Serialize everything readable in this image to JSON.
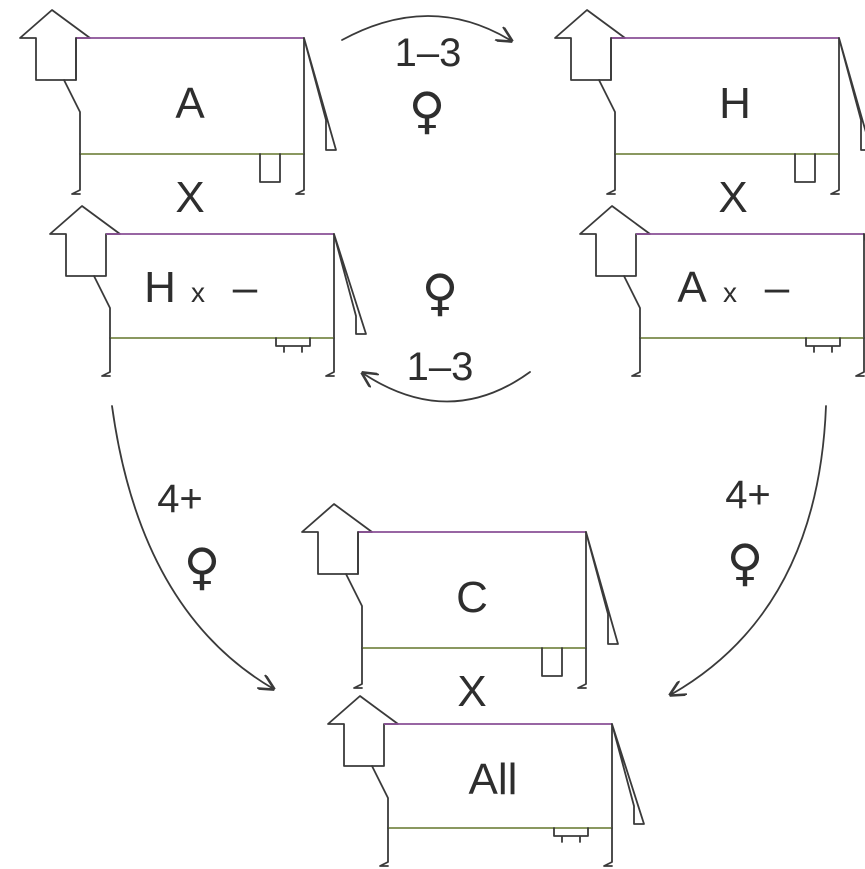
{
  "animals": {
    "sire_left": "A",
    "dam_left": "H",
    "sire_right": "H",
    "dam_right": "A",
    "sire_bottom": "C",
    "dam_bottom": "All"
  },
  "crosses": {
    "mark": "X",
    "dam_suffix_x": "x",
    "dam_suffix_dash": "–"
  },
  "cycles": {
    "top": {
      "generations": "1–3",
      "symbol": "♀"
    },
    "middle": {
      "generations": "1–3",
      "symbol": "♀"
    },
    "left": {
      "generations": "4+",
      "symbol": "♀"
    },
    "right": {
      "generations": "4+",
      "symbol": "♀"
    }
  },
  "colors": {
    "ink": "#3a3a3a",
    "back_line": "#8a4f96",
    "belly_line": "#7a8a4a"
  }
}
